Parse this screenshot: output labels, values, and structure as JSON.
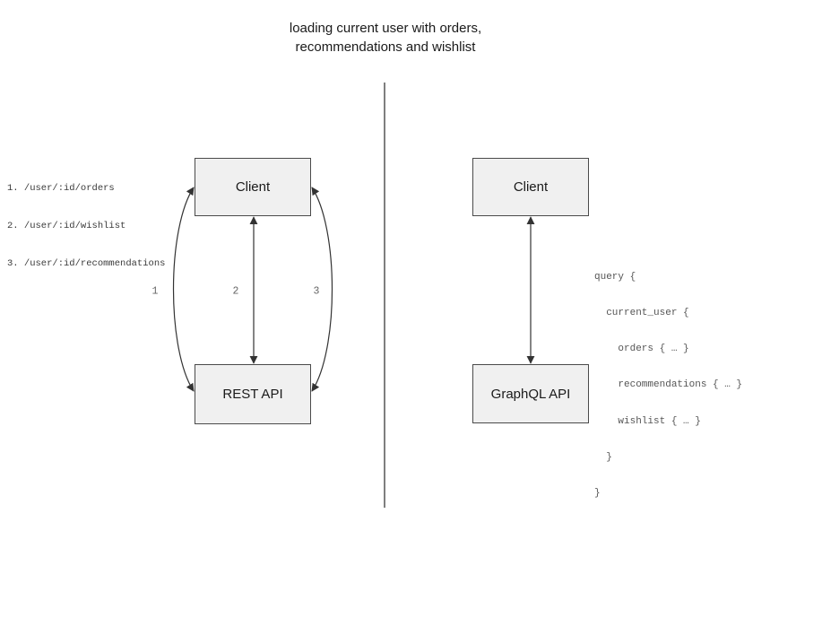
{
  "title": "loading current user with orders,\nrecommendations and wishlist",
  "colors": {
    "box_fill": "#f0f0f0",
    "box_border": "#4a4a4a",
    "arrow": "#333333",
    "divider": "#555555",
    "code_text": "#555555",
    "arrow_label_text": "#666666"
  },
  "rest_panel": {
    "endpoints": [
      "1. /user/:id/orders",
      "2. /user/:id/wishlist",
      "3. /user/:id/recommendations"
    ],
    "client_label": "Client",
    "api_label": "REST API",
    "arrow_labels": [
      "1",
      "2",
      "3"
    ]
  },
  "graphql_panel": {
    "client_label": "Client",
    "api_label": "GraphQL API",
    "query_lines": [
      "query {",
      "  current_user {",
      "    orders { … }",
      "    recommendations { … }",
      "    wishlist { … }",
      "  }",
      "}"
    ]
  }
}
